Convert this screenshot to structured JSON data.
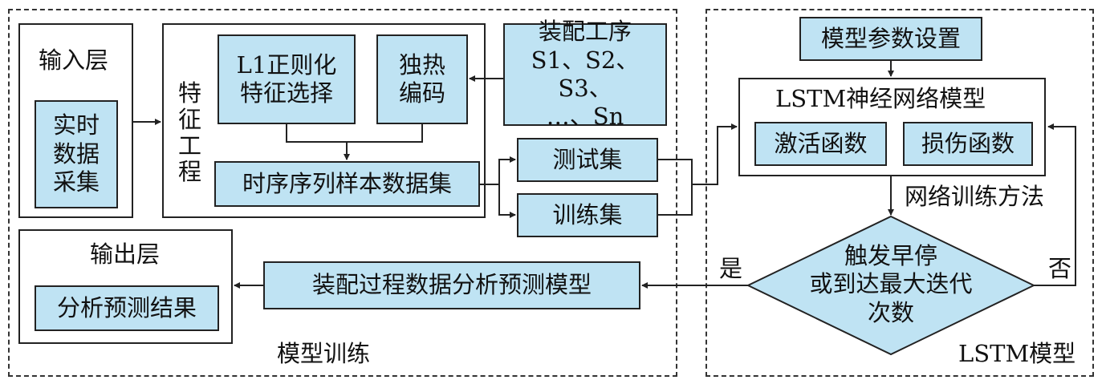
{
  "regions": {
    "model_training": "模型训练",
    "lstm_model": "LSTM模型"
  },
  "input_layer": {
    "title": "输入层",
    "realtime_collection": "实时\n数据\n采集"
  },
  "feature_engineering": {
    "title": "特\n征\n工\n程",
    "l1_selection": "L1正则化\n特征选择",
    "one_hot": "独热\n编码",
    "timeseries_dataset": "时序序列样本数据集"
  },
  "assembly_process": {
    "text": "装配工序\nS1、S2、S3、\n…、Sn"
  },
  "splits": {
    "test_set": "测试集",
    "train_set": "训练集"
  },
  "lstm": {
    "param_settings": "模型参数设置",
    "network_model_title": "LSTM神经网络模型",
    "activation_function": "激活函数",
    "loss_function": "损伤函数",
    "training_method": "网络训练方法",
    "decision": "触发早停\n或到达最大迭代\n次数",
    "yes_label": "是",
    "no_label": "否"
  },
  "output_layer": {
    "title": "输出层",
    "analysis_result": "分析预测结果",
    "prediction_model": "装配过程数据分析预测模型"
  }
}
